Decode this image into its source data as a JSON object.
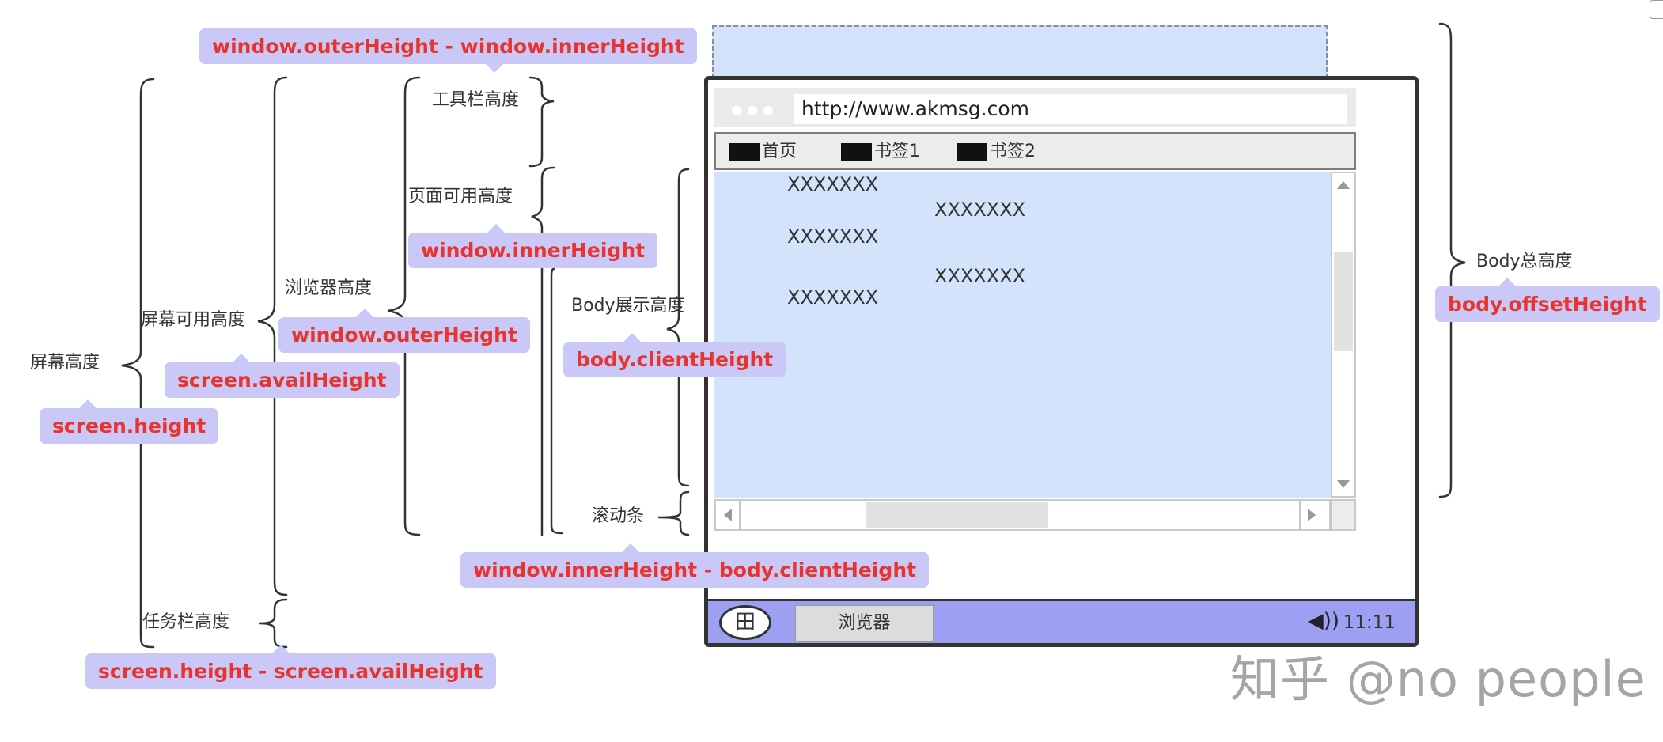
{
  "labels": {
    "toolbar_height": "工具栏高度",
    "page_available_height": "页面可用高度",
    "browser_height": "浏览器高度",
    "screen_available_height": "屏幕可用高度",
    "screen_height": "屏幕高度",
    "taskbar_height": "任务栏高度",
    "body_display_height": "Body展示高度",
    "scrollbar": "滚动条",
    "body_total_height": "Body总高度"
  },
  "tags": {
    "outer_minus_inner": "window.outerHeight - window.innerHeight",
    "inner_height": "window.innerHeight",
    "outer_height": "window.outerHeight",
    "screen_avail_height": "screen.availHeight",
    "screen_height": "screen.height",
    "body_client_height": "body.clientHeight",
    "inner_minus_client": "window.innerHeight - body.clientHeight",
    "screen_minus_avail": "screen.height - screen.availHeight",
    "body_offset_height": "body.offsetHeight"
  },
  "browser": {
    "url": "http://www.akmsg.com",
    "bookmarks": [
      "首页",
      "书签1",
      "书签2"
    ],
    "content_text": [
      "XXXXXXX",
      "XXXXXXX",
      "XXXXXXX",
      "XXXXXXX",
      "XXXXXXX"
    ],
    "taskbar_start": "田",
    "taskbar_app": "浏览器",
    "clock": "11:11",
    "speaker": "◀))"
  },
  "watermark": "知乎 @no people",
  "colors": {
    "tag_bg": "#c9c8f7",
    "tag_text": "#e8342e",
    "page_bg": "#d3e3fb",
    "taskbar": "#9d9ff2"
  }
}
